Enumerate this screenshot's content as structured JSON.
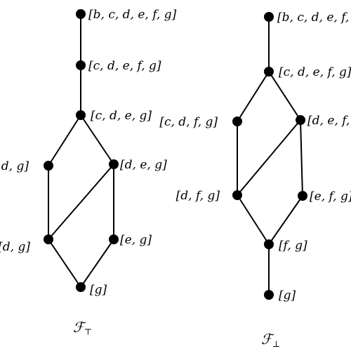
{
  "diagrams": [
    {
      "caption": "ℱ",
      "caption_subscript": "⊤",
      "nodes": [
        {
          "id": "L1",
          "label": "[b, c, d, e, f, g]"
        },
        {
          "id": "L2",
          "label": "[c, d, e, f, g]"
        },
        {
          "id": "L3",
          "label": "[c, d, e, g]"
        },
        {
          "id": "L4",
          "label": "[c, d, g]"
        },
        {
          "id": "L5",
          "label": "[d, e, g]"
        },
        {
          "id": "L6",
          "label": "[d, g]"
        },
        {
          "id": "L7",
          "label": "[e, g]"
        },
        {
          "id": "L8",
          "label": "[g]"
        }
      ],
      "edges": [
        [
          "L1",
          "L2"
        ],
        [
          "L2",
          "L3"
        ],
        [
          "L3",
          "L4"
        ],
        [
          "L3",
          "L5"
        ],
        [
          "L4",
          "L6"
        ],
        [
          "L5",
          "L6"
        ],
        [
          "L5",
          "L7"
        ],
        [
          "L6",
          "L8"
        ],
        [
          "L7",
          "L8"
        ]
      ]
    },
    {
      "caption": "ℱ",
      "caption_subscript": "⊥",
      "nodes": [
        {
          "id": "R1",
          "label": "[b, c, d, e, f, g]"
        },
        {
          "id": "R2",
          "label": "[c, d, e, f, g]"
        },
        {
          "id": "R3",
          "label": "[c, d, f, g]"
        },
        {
          "id": "R4",
          "label": "[d, e, f, g]"
        },
        {
          "id": "R5",
          "label": "[d, f, g]"
        },
        {
          "id": "R6",
          "label": "[e, f, g]"
        },
        {
          "id": "R7",
          "label": "[f, g]"
        },
        {
          "id": "R8",
          "label": "[g]"
        }
      ],
      "edges": [
        [
          "R1",
          "R2"
        ],
        [
          "R2",
          "R3"
        ],
        [
          "R2",
          "R4"
        ],
        [
          "R3",
          "R5"
        ],
        [
          "R4",
          "R5"
        ],
        [
          "R4",
          "R6"
        ],
        [
          "R5",
          "R7"
        ],
        [
          "R6",
          "R7"
        ],
        [
          "R7",
          "R8"
        ]
      ]
    }
  ]
}
